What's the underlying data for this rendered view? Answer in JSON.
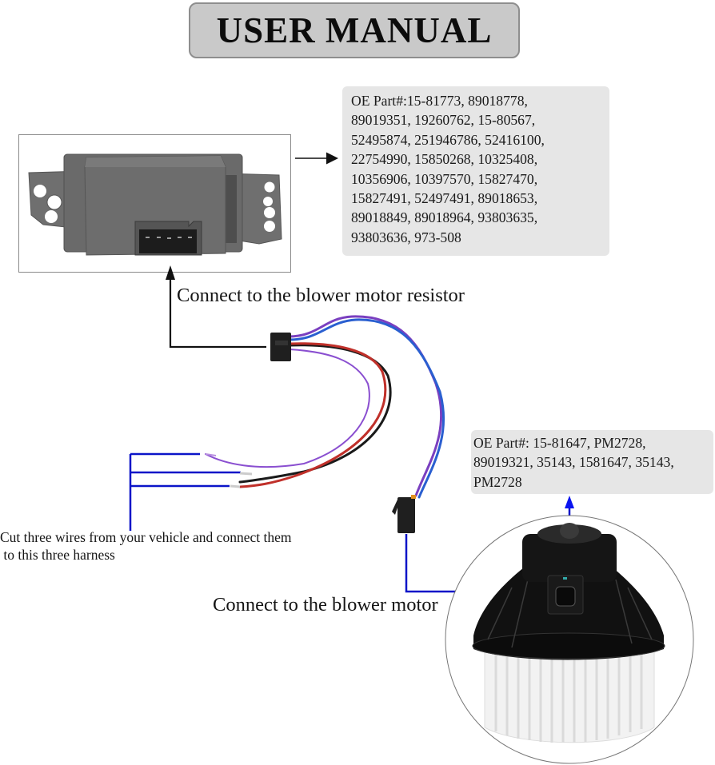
{
  "title": "USER MANUAL",
  "resistor_part_numbers": {
    "lines": [
      "OE Part#:15-81773, 89018778,",
      "89019351, 19260762, 15-80567,",
      "52495874, 251946786, 52416100,",
      "22754990, 15850268, 10325408,",
      "10356906, 10397570, 15827470,",
      "15827491, 52497491, 89018653,",
      "89018849, 89018964, 93803635,",
      "93803636, 973-508"
    ]
  },
  "motor_part_numbers": {
    "lines": [
      "OE Part#: 15-81647, PM2728,",
      "89019321, 35143, 1581647, 35143,",
      "PM2728"
    ]
  },
  "labels": {
    "connect_resistor": "Connect to the blower motor resistor",
    "connect_motor": "Connect to the blower motor",
    "cut_wires_line1": "Cut three wires from your vehicle and connect them",
    "cut_wires_line2": " to this three harness"
  },
  "colors": {
    "title_bg": "#c9c9c9",
    "part_box_bg": "#e6e6e6",
    "callout_blue": "#0a14c8",
    "wire_purple": "#7a3fc0",
    "wire_blue": "#2a5fd0",
    "wire_red": "#c0302a",
    "wire_black": "#1a1a1a"
  }
}
